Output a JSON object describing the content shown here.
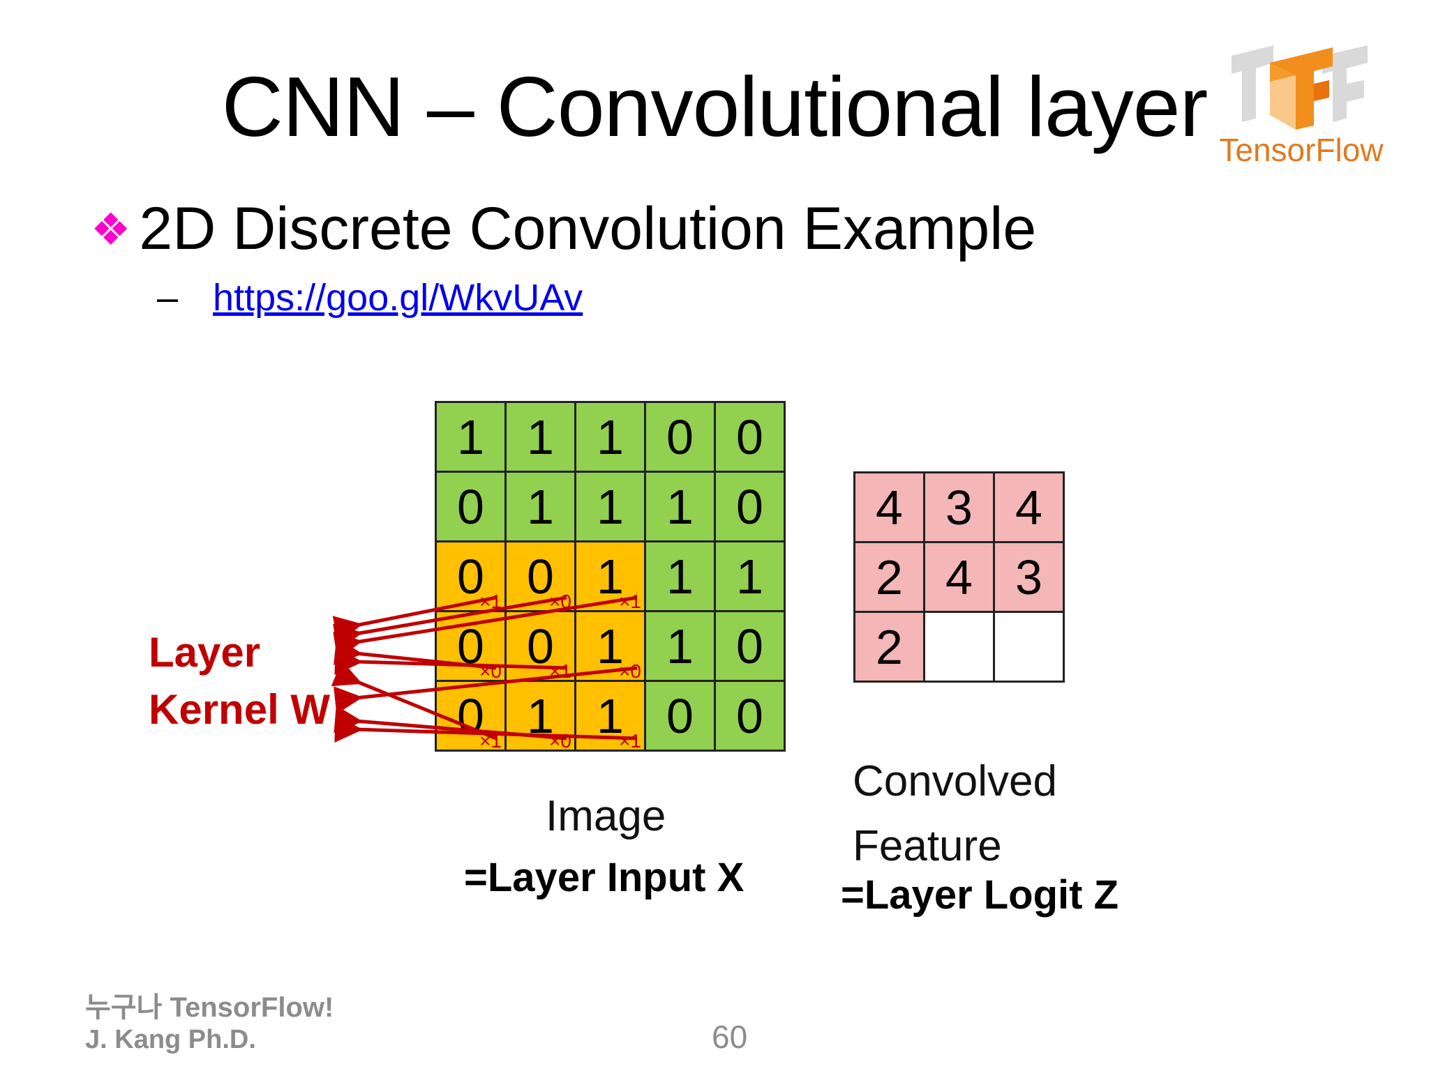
{
  "slide": {
    "title": "CNN – Convolutional layer",
    "logo_text": "TensorFlow",
    "bullet": "2D Discrete Convolution Example",
    "sub_dash": "–",
    "link": "https://goo.gl/WkvUAv",
    "page_number": "60"
  },
  "input": {
    "rows": [
      [
        "1",
        "1",
        "1",
        "0",
        "0"
      ],
      [
        "0",
        "1",
        "1",
        "1",
        "0"
      ],
      [
        "0",
        "0",
        "1",
        "1",
        "1"
      ],
      [
        "0",
        "0",
        "1",
        "1",
        "0"
      ],
      [
        "0",
        "1",
        "1",
        "0",
        "0"
      ]
    ],
    "kernel_weights": [
      [
        "×1",
        "×0",
        "×1"
      ],
      [
        "×0",
        "×1",
        "×0"
      ],
      [
        "×1",
        "×0",
        "×1"
      ]
    ],
    "caption": "Image",
    "caption2": "=Layer Input X"
  },
  "output": {
    "rows": [
      [
        "4",
        "3",
        "4"
      ],
      [
        "2",
        "4",
        "3"
      ],
      [
        "2",
        "",
        ""
      ]
    ],
    "caption_line1": "Convolved",
    "caption_line2": "Feature",
    "caption2": "=Layer Logit Z"
  },
  "kernel_label": {
    "line1": "Layer",
    "line2": "Kernel W"
  },
  "footer": {
    "line1": "누구나 TensorFlow!",
    "line2": "J. Kang Ph.D."
  },
  "colors": {
    "grid_green": "#92d050",
    "kernel_orange": "#ffc000",
    "output_pink": "#f4b6b6",
    "kernel_red": "#c00000",
    "bullet_magenta": "#ff00cc"
  }
}
